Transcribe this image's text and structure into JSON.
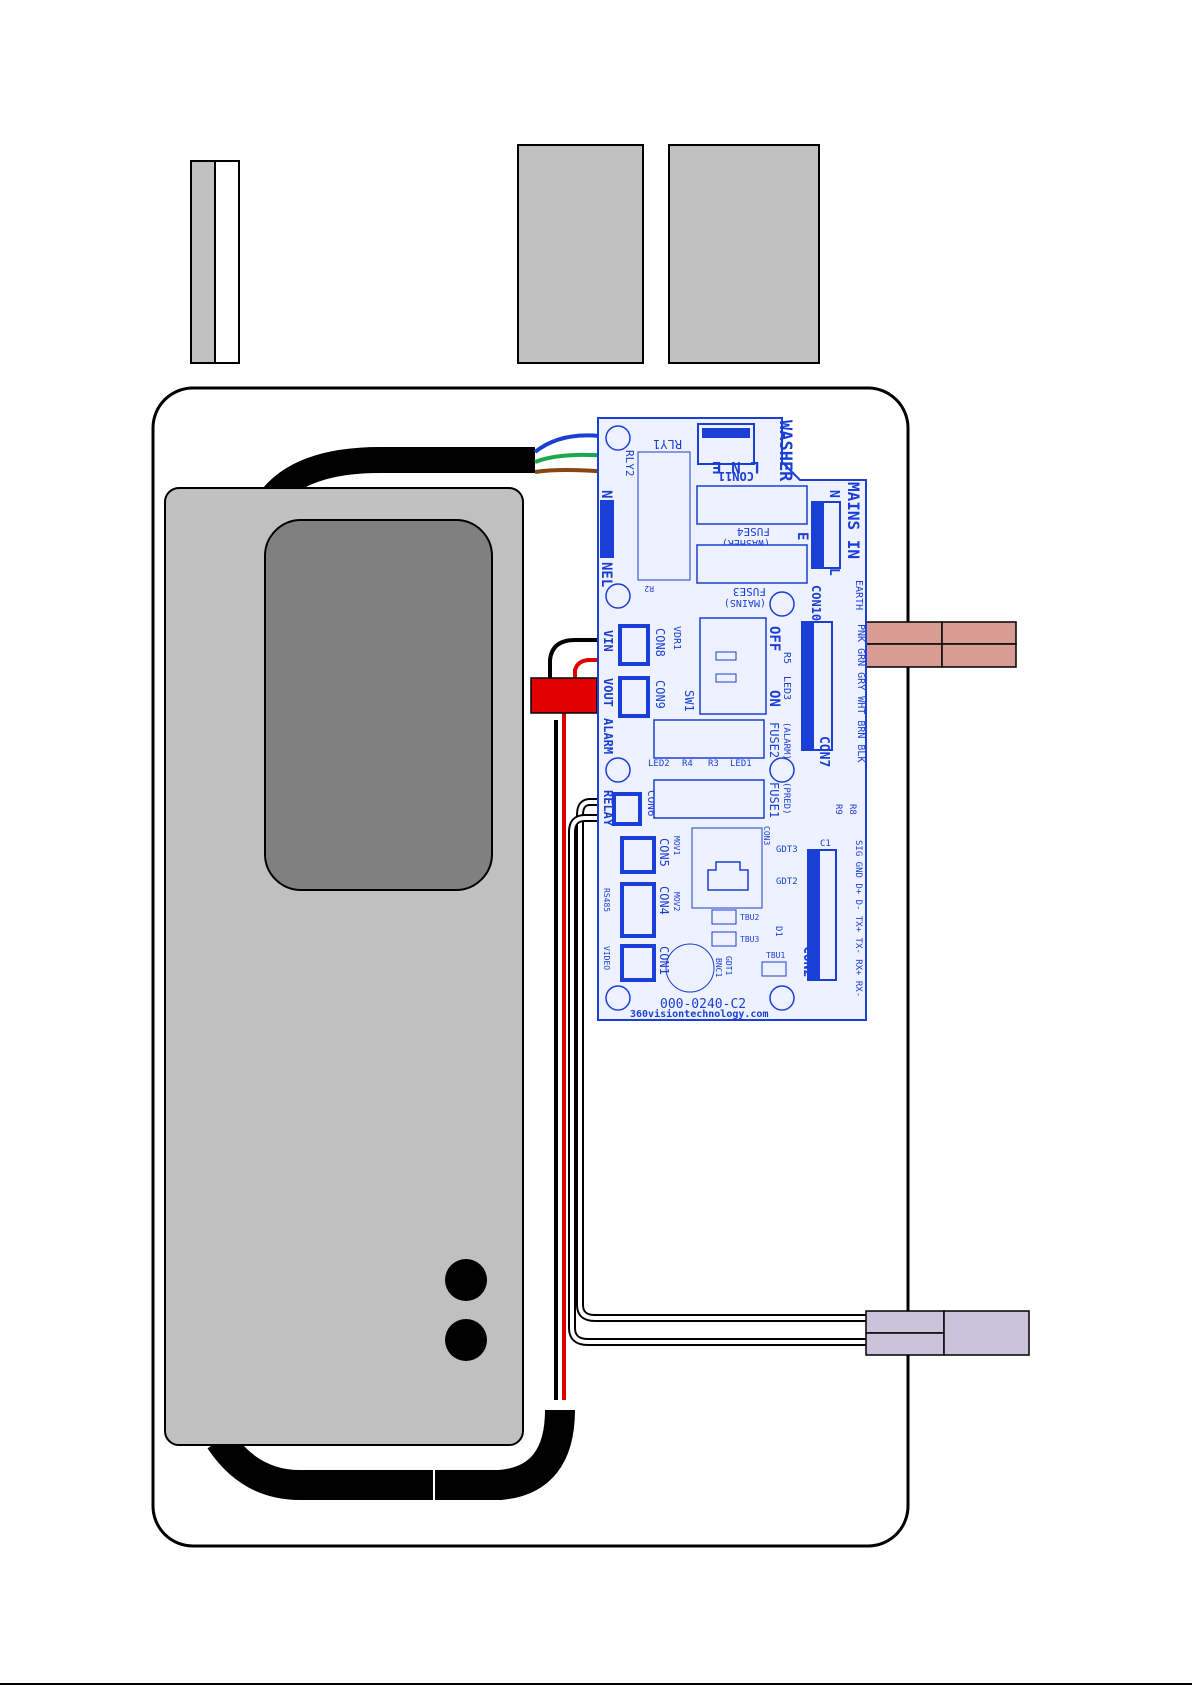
{
  "colors": {
    "pcb_blue": "#1a3fd6",
    "pcb_bg": "#eef1ff",
    "grey_block": "#c0c0c0",
    "dark_grey": "#808080",
    "wire_blue": "#1a3fd6",
    "wire_green": "#1aa84a",
    "wire_brown": "#8b4513",
    "wire_red": "#e00000",
    "wire_black": "#000000",
    "mains_plug": "#d89c94",
    "video_plug": "#cbc3dc",
    "red_plug": "#e00000"
  },
  "pcb": {
    "board_id": "000-0240-C2",
    "website": "360visiontechnology.com",
    "labels": {
      "washer": "WASHER",
      "mains_in": "MAINS IN",
      "con11": "CON11",
      "lne": "L N E",
      "n": "N",
      "e": "E",
      "l": "L",
      "nel": "NEL",
      "rly1": "RLY1",
      "rly2": "RLY2",
      "fuse4": "FUSE4",
      "fuse4_sub": "(WASHER)",
      "fuse3": "FUSE3",
      "fuse3_sub": "(MAINS)",
      "con10": "CON10",
      "earth": "EARTH",
      "con8": "CON8",
      "vin": "VIN",
      "vdr1": "VDR1",
      "off": "OFF",
      "on": "ON",
      "sw1": "SW1",
      "r5": "R5",
      "led3": "LED3",
      "con9": "CON9",
      "vout": "VOUT",
      "alarm": "ALARM",
      "fuse2": "FUSE2",
      "fuse2_sub": "(ALARM)",
      "con7": "CON7",
      "con7_pins": "PNK GRN GRY WHT BRN BLK",
      "led2": "LED2",
      "r4": "R4",
      "r3": "R3",
      "led1": "LED1",
      "relay": "RELAY",
      "con6": "CON6",
      "fuse1": "FUSE1",
      "fuse1_sub": "(PRED)",
      "con3": "CON3",
      "con5": "CON5",
      "con4": "CON4",
      "con1": "CON1",
      "mov1": "MOV1",
      "mov2": "MOV2",
      "gdt3": "GDT3",
      "gdt2": "GDT2",
      "gdt1": "GDT1",
      "tbu1": "TBU1",
      "tbu2": "TBU2",
      "tbu3": "TBU3",
      "d1": "D1",
      "c1": "C1",
      "con2": "CON2",
      "r8": "R8",
      "r9": "R9",
      "r2": "R2",
      "bnc1": "BNC1",
      "rs485": "RS485",
      "video": "VIDEO",
      "con2_pins": "SIG GND D+ D- TX+ TX- RX+ RX-"
    }
  }
}
